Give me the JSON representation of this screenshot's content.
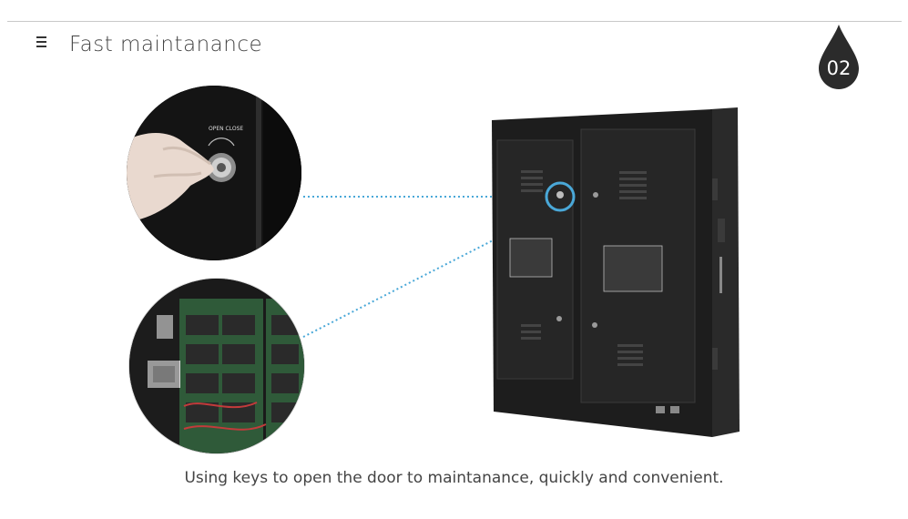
{
  "header": {
    "title": "Fast maintanance",
    "badge_number": "02",
    "menu_icon": "hamburger-icon"
  },
  "closeup_top": {
    "lock_label": "OPEN CLOSE"
  },
  "caption": "Using keys to open the door to maintanance, quickly and convenient.",
  "colors": {
    "connector": "#4aa8d8",
    "badge": "#2b2b2b",
    "panel": "#1f1f1f",
    "text": "#444444"
  }
}
